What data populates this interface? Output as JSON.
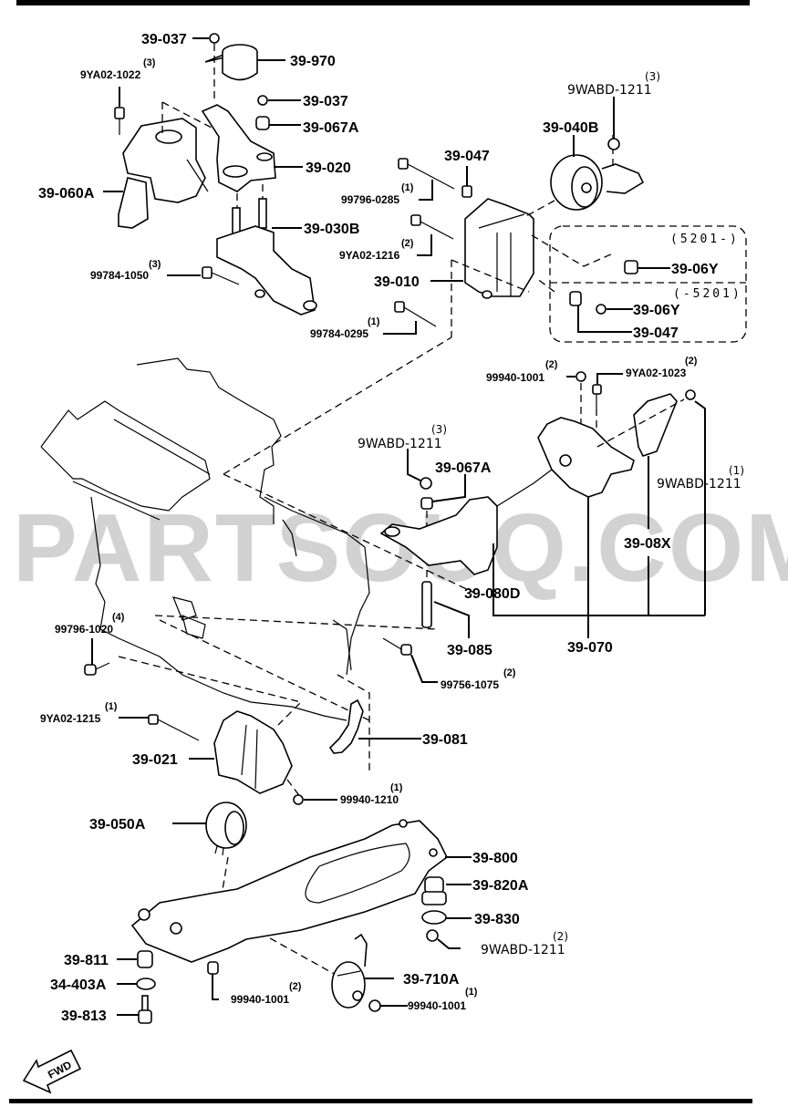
{
  "watermark": "PARTSOUQ.COM",
  "direction_indicator": "FWD",
  "colors": {
    "line": "#000000",
    "watermark": "#d2d2d2",
    "background": "#ffffff"
  },
  "variant_box": {
    "upper_note": "(5201-)",
    "lower_note": "(-5201)"
  },
  "labels": [
    {
      "id": "39-037-top",
      "part": "39-037",
      "qty": ""
    },
    {
      "id": "39-970",
      "part": "39-970",
      "qty": ""
    },
    {
      "id": "9YA02-1022",
      "part": "9YA02-1022",
      "qty": "(3)"
    },
    {
      "id": "39-037-mid",
      "part": "39-037",
      "qty": ""
    },
    {
      "id": "39-067A-top",
      "part": "39-067A",
      "qty": ""
    },
    {
      "id": "39-020",
      "part": "39-020",
      "qty": ""
    },
    {
      "id": "39-060A",
      "part": "39-060A",
      "qty": ""
    },
    {
      "id": "39-030B",
      "part": "39-030B",
      "qty": ""
    },
    {
      "id": "99784-1050",
      "part": "99784-1050",
      "qty": "(3)"
    },
    {
      "id": "99784-0295",
      "part": "99784-0295",
      "qty": "(1)"
    },
    {
      "id": "99796-0285",
      "part": "99796-0285",
      "qty": "(1)"
    },
    {
      "id": "9YA02-1216",
      "part": "9YA02-1216",
      "qty": "(2)"
    },
    {
      "id": "39-010",
      "part": "39-010",
      "qty": ""
    },
    {
      "id": "39-047-top",
      "part": "39-047",
      "qty": ""
    },
    {
      "id": "39-040B",
      "part": "39-040B",
      "qty": ""
    },
    {
      "id": "9WABD-1211-top",
      "part": "9WABD-1211",
      "qty": "(3)"
    },
    {
      "id": "39-06Y-upper",
      "part": "39-06Y",
      "qty": ""
    },
    {
      "id": "39-06Y-lower",
      "part": "39-06Y",
      "qty": ""
    },
    {
      "id": "39-047-box",
      "part": "39-047",
      "qty": ""
    },
    {
      "id": "99940-1001-mid",
      "part": "99940-1001",
      "qty": "(2)"
    },
    {
      "id": "9YA02-1023",
      "part": "9YA02-1023",
      "qty": "(2)"
    },
    {
      "id": "9WABD-1211-mid-left",
      "part": "9WABD-1211",
      "qty": "(3)"
    },
    {
      "id": "39-067A-mid",
      "part": "39-067A",
      "qty": ""
    },
    {
      "id": "9WABD-1211-mid-right",
      "part": "9WABD-1211",
      "qty": "(1)"
    },
    {
      "id": "39-08X",
      "part": "39-08X",
      "qty": ""
    },
    {
      "id": "39-080D",
      "part": "39-080D",
      "qty": ""
    },
    {
      "id": "39-085",
      "part": "39-085",
      "qty": ""
    },
    {
      "id": "39-070",
      "part": "39-070",
      "qty": ""
    },
    {
      "id": "99796-1020",
      "part": "99796-1020",
      "qty": "(4)"
    },
    {
      "id": "99756-1075",
      "part": "99756-1075",
      "qty": "(2)"
    },
    {
      "id": "9YA02-1215",
      "part": "9YA02-1215",
      "qty": "(1)"
    },
    {
      "id": "39-081",
      "part": "39-081",
      "qty": ""
    },
    {
      "id": "39-021",
      "part": "39-021",
      "qty": ""
    },
    {
      "id": "99940-1210",
      "part": "99940-1210",
      "qty": "(1)"
    },
    {
      "id": "39-050A",
      "part": "39-050A",
      "qty": ""
    },
    {
      "id": "39-800",
      "part": "39-800",
      "qty": ""
    },
    {
      "id": "39-820A",
      "part": "39-820A",
      "qty": ""
    },
    {
      "id": "39-830",
      "part": "39-830",
      "qty": ""
    },
    {
      "id": "9WABD-1211-bottom",
      "part": "9WABD-1211",
      "qty": "(2)"
    },
    {
      "id": "39-811",
      "part": "39-811",
      "qty": ""
    },
    {
      "id": "34-403A",
      "part": "34-403A",
      "qty": ""
    },
    {
      "id": "39-813",
      "part": "39-813",
      "qty": ""
    },
    {
      "id": "99940-1001-bottom-left",
      "part": "99940-1001",
      "qty": "(2)"
    },
    {
      "id": "39-710A",
      "part": "39-710A",
      "qty": ""
    },
    {
      "id": "99940-1001-bottom-right",
      "part": "99940-1001",
      "qty": "(1)"
    }
  ]
}
